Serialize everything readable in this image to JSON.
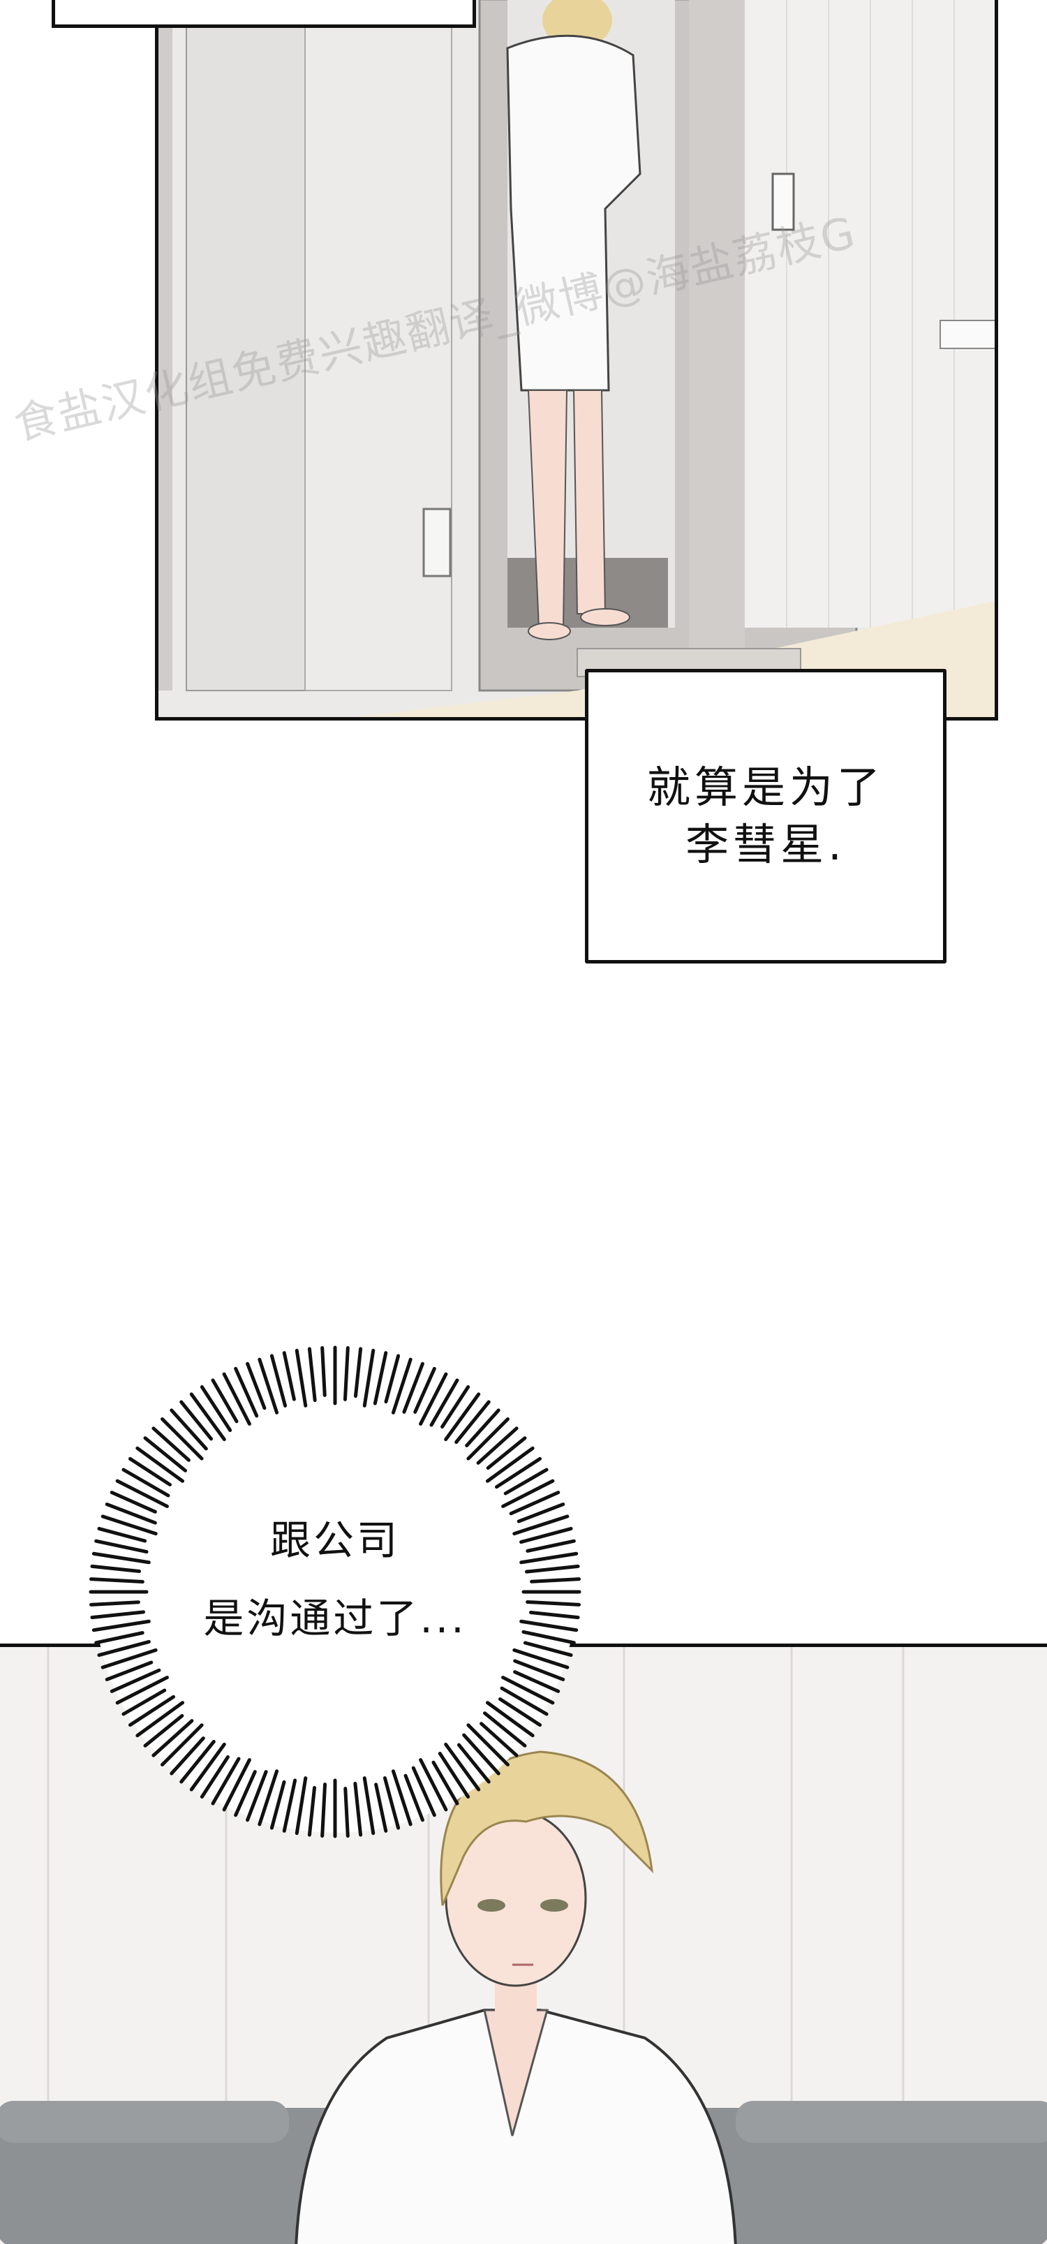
{
  "panel1": {
    "scene": "bathroom-doorway"
  },
  "caption": {
    "lines": [
      "就算是为了",
      "李彗星."
    ]
  },
  "thought_bubble": {
    "lines": [
      "跟公司",
      "是沟通过了..."
    ]
  },
  "watermark": {
    "text": "食盐汉化组免费兴趣翻译_微博@海盐荔枝G"
  },
  "colors": {
    "ink": "#111111",
    "wall": "#eceae8",
    "hair": "#e8d49a",
    "skin": "#f7dcd2",
    "sofa": "#8e9194"
  }
}
